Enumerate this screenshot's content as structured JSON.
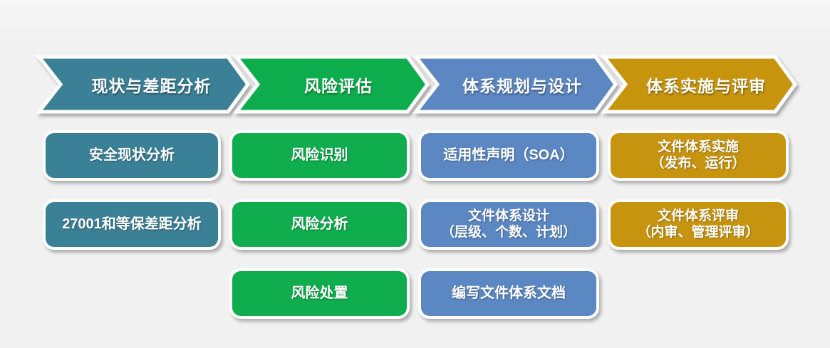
{
  "background_color": "#F1F1F2",
  "outline_color": "#FFFFFF",
  "phases": [
    {
      "label": "现状与差距分析",
      "color": "#3A8096",
      "items": [
        {
          "lines": [
            "安全现状分析"
          ]
        },
        {
          "lines": [
            "27001和等保差距分析"
          ]
        }
      ]
    },
    {
      "label": "风险评估",
      "color": "#0FAD4E",
      "items": [
        {
          "lines": [
            "风险识别"
          ]
        },
        {
          "lines": [
            "风险分析"
          ]
        },
        {
          "lines": [
            "风险处置"
          ]
        }
      ]
    },
    {
      "label": "体系规划与设计",
      "color": "#5B87C2",
      "items": [
        {
          "lines": [
            "适用性声明（SOA）"
          ]
        },
        {
          "lines": [
            "文件体系设计",
            "（层级、个数、计划）"
          ]
        },
        {
          "lines": [
            "编写文件体系文档"
          ]
        }
      ]
    },
    {
      "label": "体系实施与评审",
      "color": "#C79410",
      "items": [
        {
          "lines": [
            "文件体系实施",
            "（发布、运行）"
          ]
        },
        {
          "lines": [
            "文件体系评审",
            "（内审、管理评审）"
          ]
        }
      ]
    }
  ]
}
